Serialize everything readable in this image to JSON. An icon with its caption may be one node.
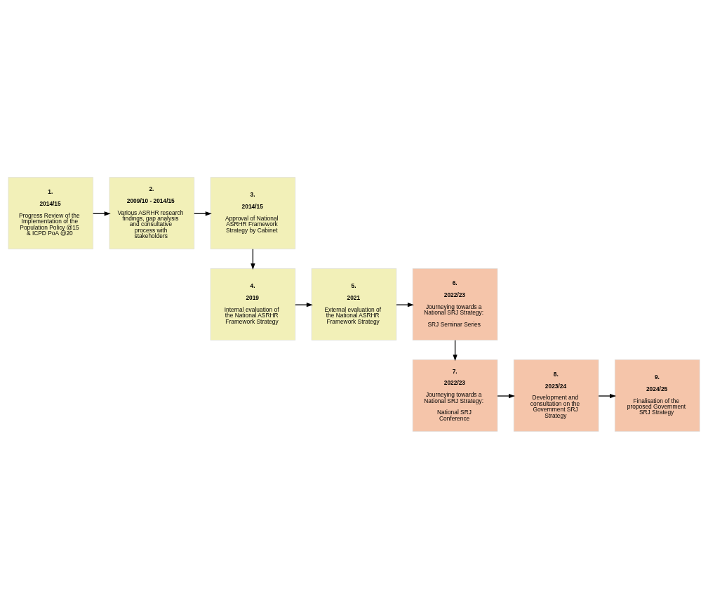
{
  "diagram": {
    "nodes": [
      {
        "text": [
          "1.",
          "2014/15",
          "Progress Review of the Implementation of the Population Policy @15 & ICPD PoA @20"
        ]
      },
      {
        "text": [
          "2.",
          "2009/10 - 2014/15",
          "Various ASRHR research findings, gap analysis and consultative process with stakeholders"
        ]
      },
      {
        "text": [
          "3.",
          "2014/15",
          "Approval of National ASRHR Framework Strategy by Cabinet"
        ]
      },
      {
        "text": [
          "4.",
          "2019",
          "Internal evaluation of the National ASRHR Framework Strategy"
        ]
      },
      {
        "text": [
          "5.",
          "2021",
          "External evaluation of the National ASRHR Framework Strategy"
        ]
      },
      {
        "text": [
          "6.",
          "2022/23",
          "Journeying towards a National SRJ Strategy:",
          "SRJ Seminar Series"
        ]
      },
      {
        "text": [
          "7.",
          "2022/23",
          "Journeying towards a National SRJ Strategy:",
          "National SRJ Conference"
        ]
      },
      {
        "text": [
          "8.",
          "2023/24",
          "Development and consultation on the Government SRJ Strategy"
        ]
      },
      {
        "text": [
          "9.",
          "2024/25",
          "Finalisation of the proposed Government SRJ Strategy"
        ]
      }
    ],
    "edges": [
      {
        "from": 0,
        "to": 1,
        "arrow": "to"
      },
      {
        "from": 1,
        "to": 2,
        "arrow": "to"
      },
      {
        "from": 2,
        "to": 3,
        "arrow": "to"
      },
      {
        "from": 3,
        "to": 4,
        "arrow": "to"
      },
      {
        "from": 4,
        "to": 5,
        "arrow": "to"
      },
      {
        "from": 5,
        "to": 6,
        "arrow": "to"
      },
      {
        "from": 6,
        "to": 7,
        "arrow": "to"
      },
      {
        "from": 7,
        "to": 8,
        "arrow": "to"
      }
    ]
  }
}
